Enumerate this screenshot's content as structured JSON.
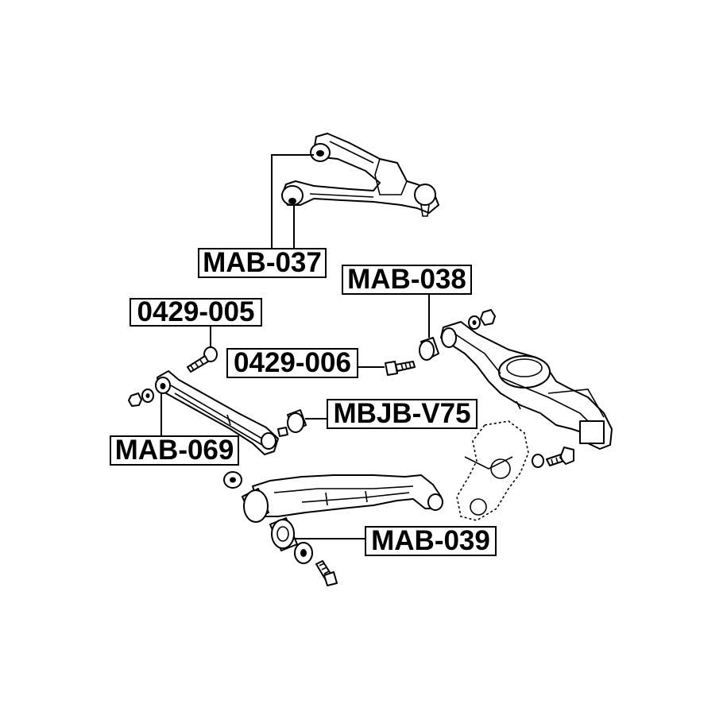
{
  "parts": {
    "mab_037": "MAB-037",
    "mab_038": "MAB-038",
    "p0429_005": "0429-005",
    "p0429_006": "0429-006",
    "mbjb_v75": "MBJB-V75",
    "mab_069": "MAB-069",
    "mab_039": "MAB-039"
  }
}
